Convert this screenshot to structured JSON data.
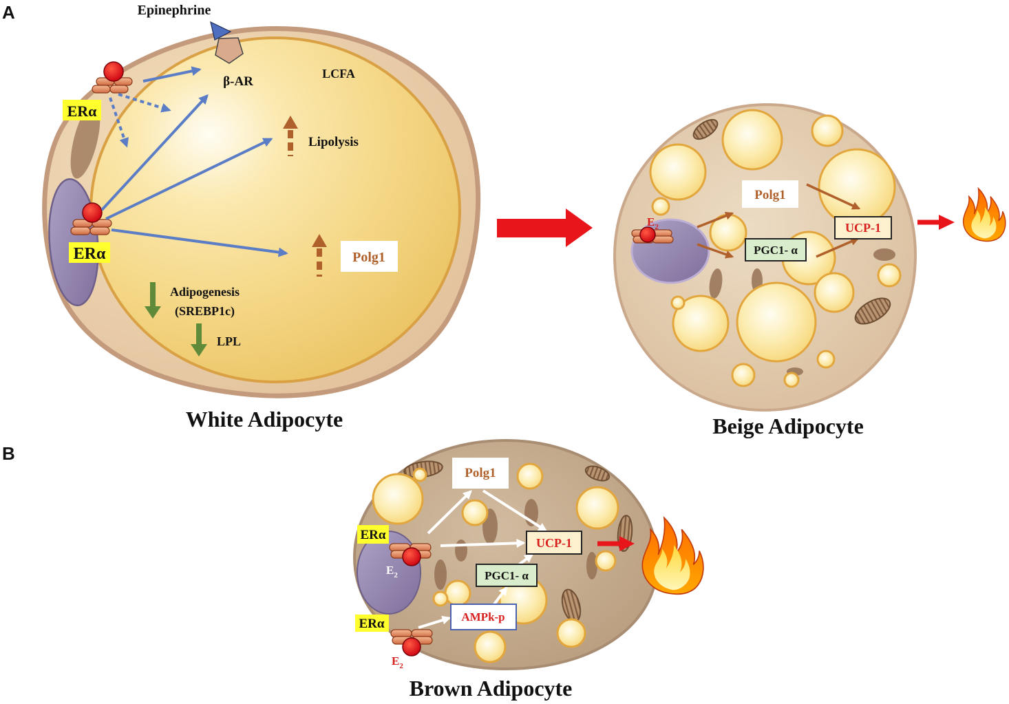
{
  "panel_a": {
    "letter": "A",
    "white_adipocyte": {
      "title": "White Adipocyte",
      "ligand_label": "Epinephrine",
      "receptor_label": "β-AR",
      "lcfa_label": "LCFA",
      "er_label_top": "ERα",
      "er_label_middle": "ERα",
      "lipolysis_label": "Lipolysis",
      "polg1_label": "Polg1",
      "adipogenesis_label": "Adipogenesis",
      "adipogenesis_marker": "(SREBP1c)",
      "lpl_label": "LPL"
    },
    "beige_adipocyte": {
      "title": "Beige Adipocyte",
      "polg1_label": "Polg1",
      "ligand": {
        "base": "E",
        "sub": "2"
      },
      "pgc1a_label": "PGC1- α",
      "ucp1_label": "UCP-1"
    }
  },
  "panel_b": {
    "letter": "B",
    "brown_adipocyte": {
      "title": "Brown Adipocyte",
      "polg1_label": "Polg1",
      "er_label_top": "ERα",
      "er_label_bottom": "ERα",
      "ligand_top": {
        "base": "E",
        "sub": "2"
      },
      "ligand_bottom": {
        "base": "E",
        "sub": "2"
      },
      "ucp1_label": "UCP-1",
      "pgc1a_label": "PGC1- α",
      "ampk_label": "AMPk-p"
    }
  },
  "icons": {
    "heat_output": "fire-icon",
    "transition": "red-arrow-icon"
  },
  "colors": {
    "er_label_highlight": "#ffff2e",
    "blue_arrow": "#5b7dc6",
    "brown_arrow": "#b0612b",
    "red_arrow": "#e8151b",
    "polg1_text": "#b0612b",
    "ucp1_text": "#d8201e",
    "pgc1a_box": "#d9eccc",
    "ucp1_box": "#fdf0cf",
    "up_arrow": "#b0612b",
    "down_arrow": "#5e8a3a"
  }
}
